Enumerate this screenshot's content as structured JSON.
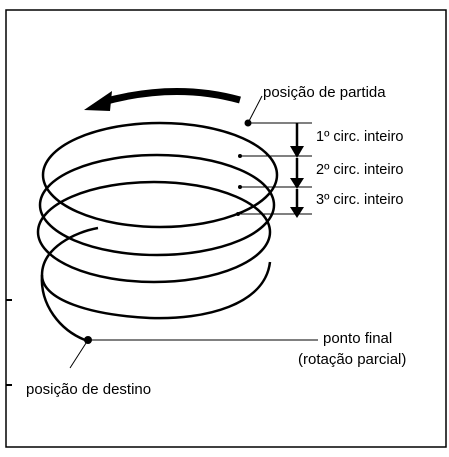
{
  "colors": {
    "line": "#000000",
    "background": "#ffffff"
  },
  "labels": {
    "start": "posição de partida",
    "turn1": "1º circ. inteiro",
    "turn2": "2º circ. inteiro",
    "turn3": "3º circ. inteiro",
    "end_line1": "ponto final",
    "end_line2": "(rotação parcial)",
    "destination": "posição de destino"
  },
  "icons": {
    "rotation_arrow": "curved-arrow-left-icon",
    "turn_markers": "down-arrow-icon"
  }
}
